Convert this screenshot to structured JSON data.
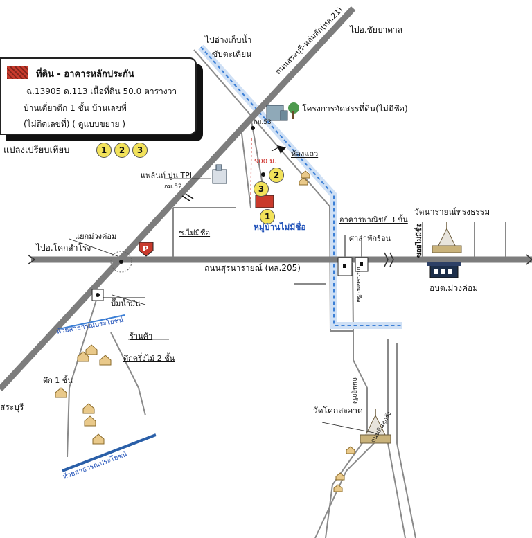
{
  "legend": {
    "title": "ที่ดิน - อาคารหลักประกัน",
    "line1": "ฉ.13905 ด.113 เนื้อที่ดิน 50.0 ตารางวา",
    "line2": "บ้านเดี่ยวตึก 1 ชั้น บ้านเลขที่",
    "line3": "(ไม่ติดเลขที่) ( ดูแบบขยาย )"
  },
  "comparison": {
    "label": "แปลงเปรียบเทียบ",
    "markers": [
      "1",
      "2",
      "3"
    ]
  },
  "markers": {
    "m1": "1",
    "m2": "2",
    "m3": "3"
  },
  "labels": {
    "highway_21": "ถนนสระบุรี-หล่มสัก(ทล.21)",
    "to_chaibadan": "ไปอ.ชัยบาดาล",
    "reservoir": "ไปอ่างเก็บน้ำซับตะเคียน",
    "reservoir_1": "ไปอ่างเก็บน้ำ",
    "reservoir_2": "ซับตะเคียน",
    "land_project": "โครงการจัดสรรที่ดิน(ไม่มีชื่อ)",
    "km53": "กม.53",
    "distance": "900 ม.",
    "rowhouse": "ห้องแถว",
    "tpi_plant": "แพล้นท์ ปูน TPI",
    "km52": "กม.52",
    "unnamed_soi": "ซ.ไม่มีชื่อ",
    "village": "หมู่บ้านไม่มีชื่อ",
    "commercial": "อาคารพาณิชย์ 3 ชั้น",
    "pavilion": "ศาลาพักร้อน",
    "wat_songtham": "วัดนารายณ์ทรงธรรม",
    "soi_unnamed": "ซอยไม่มีชื่อ",
    "obt": "อบต.ม่วงค่อม",
    "muangkhom_junction": "แยกม่วงค่อม",
    "to_khoksamrong": "ไปอ.โคกสำโรง",
    "suranarai_rd": "ถนนสุรนารายณ์ (ทล.205)",
    "gas_station": "ปั๊มน้ำมัน",
    "public_creek": "ห้วยสาธารณประโยชน์",
    "shop": "ร้านค้า",
    "half_wood": "ตึกครึ่งไม้ 2 ชั้น",
    "building_1": "ตึก 1 ชั้น",
    "saraburi": "สระบุรี",
    "wat_khoksaat": "วัดโคกสะอาด",
    "concrete_road": "ถนนคอนกรีต",
    "lateral_road": "ถนนลูกรัง",
    "dirt_road": "ถนนดินลูกรัง"
  },
  "colors": {
    "main_road": "#7d7d7d",
    "canal": "#3b7fd6",
    "property": "#c93a2c",
    "marker": "#f2e25a",
    "blue_road": "#2a5fa8"
  }
}
